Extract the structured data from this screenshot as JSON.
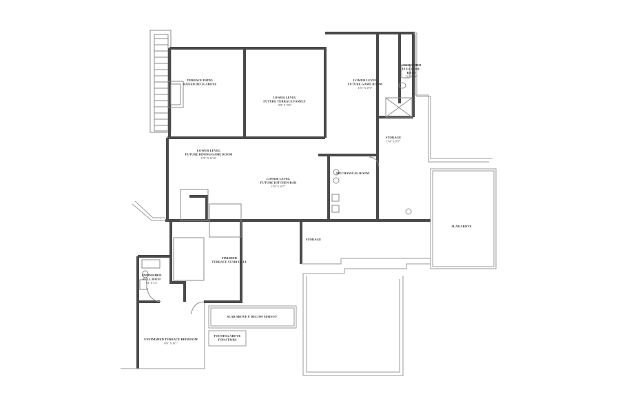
{
  "plan": {
    "rooms": [
      {
        "id": "terrace-patio",
        "lines": [
          "TERRACE PATIO",
          "RAISED DECK ABOVE"
        ],
        "dim": ""
      },
      {
        "id": "future-terrace-family",
        "lines": [
          "LOWER LEVEL",
          "FUTURE TERRACE FAMILY"
        ],
        "dim": "18'8\" X 19'0\""
      },
      {
        "id": "future-game-room",
        "lines": [
          "LOWER LEVEL",
          "FUTURE GAME ROOM"
        ],
        "dim": "15'0\" X 19'0\""
      },
      {
        "id": "pool-bath",
        "lines": [
          "UNFINISHED",
          "FULL POOL",
          "BATH"
        ],
        "dim": "5'6\" X 8'6\""
      },
      {
        "id": "storage-east",
        "lines": [
          "STORAGE"
        ],
        "dim": "13'4\" X 18'7\""
      },
      {
        "id": "future-dining-game",
        "lines": [
          "LOWER LEVEL",
          "FUTURE DINING/GAME ROOM"
        ],
        "dim": "15'0\" X 12'10\""
      },
      {
        "id": "future-kitchen-bar",
        "lines": [
          "LOWER LEVEL",
          "FUTURE KITCHEN/BAR"
        ],
        "dim": "13'6\" X 16'7\""
      },
      {
        "id": "mechanical-room",
        "lines": [
          "MECHANICAL ROOM"
        ],
        "dim": ""
      },
      {
        "id": "slab-above-east",
        "lines": [
          "SLAB ABOVE"
        ],
        "dim": ""
      },
      {
        "id": "full-bath",
        "lines": [
          "UNFINISHED",
          "FULL BATH"
        ],
        "dim": "8'4\" X 5'4\""
      },
      {
        "id": "stair-hall",
        "lines": [
          "FINISHED",
          "TERRACE STAIR HALL"
        ],
        "dim": ""
      },
      {
        "id": "storage-center",
        "lines": [
          "STORAGE"
        ],
        "dim": ""
      },
      {
        "id": "slab-above-main",
        "lines": [
          "SLAB ABOVE 8' BELOW MAIN FF"
        ],
        "dim": ""
      },
      {
        "id": "footing-above",
        "lines": [
          "FOOTING ABOVE",
          "FOR STAIRS"
        ],
        "dim": ""
      },
      {
        "id": "terrace-bedroom",
        "lines": [
          "UNFINISHED TERRACE BEDROOM"
        ],
        "dim": "14'6\" X 16'1\""
      }
    ]
  }
}
